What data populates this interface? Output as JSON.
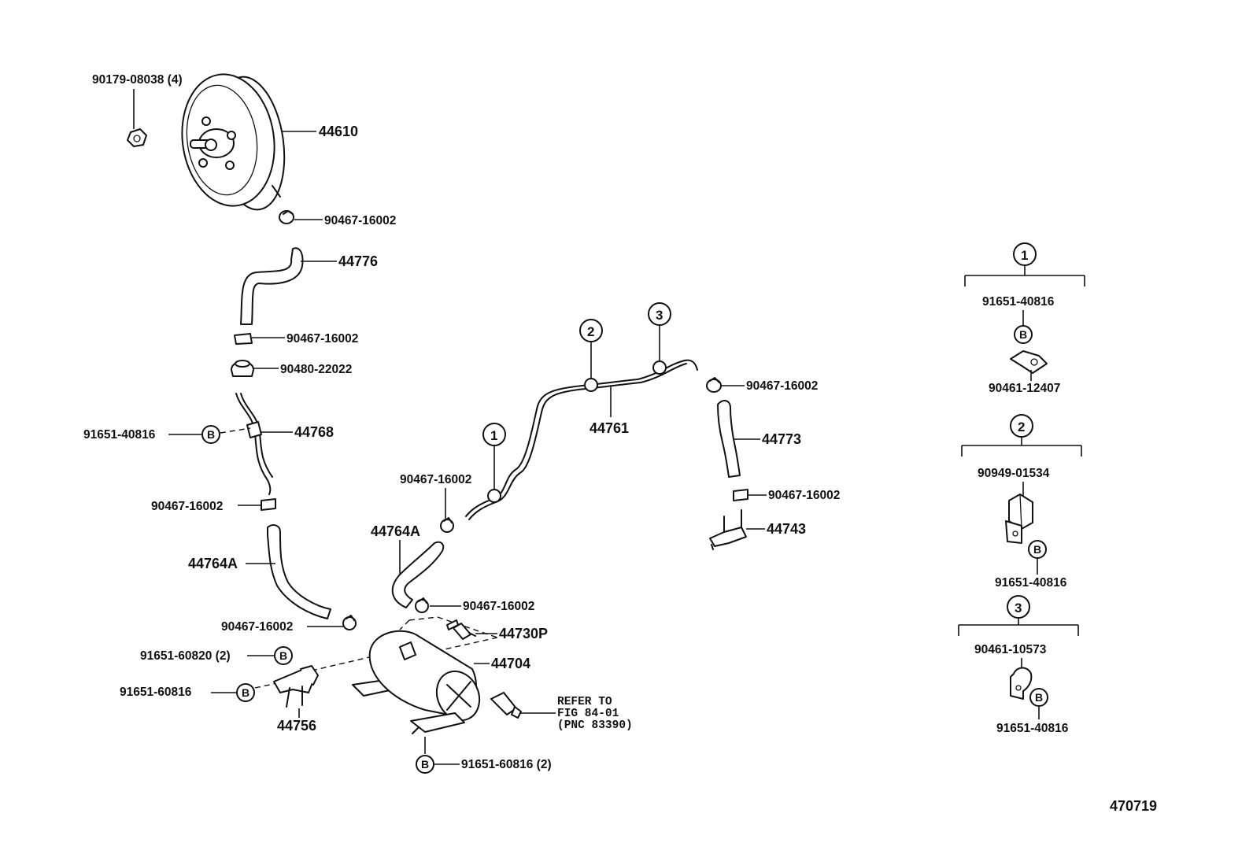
{
  "diagram_id": "470719",
  "parts": {
    "booster_nut": "90179-08038 (4)",
    "booster": "44610",
    "clip_a": "90467-16002",
    "hose_upper": "44776",
    "clip_b": "90467-16002",
    "grommet": "90480-22022",
    "bolt_left": "91651-40816",
    "bracket_pipe": "44768",
    "clip_c": "90467-16002",
    "hose_left": "44764A",
    "clip_d": "90467-16002",
    "bolt_tank_2": "91651-60820 (2)",
    "bolt_tank": "91651-60816",
    "bracket_tank": "44756",
    "clip_e": "90467-16002",
    "hose_mid": "44764A",
    "clip_f": "90467-16002",
    "check_valve": "44730P",
    "tank": "44704",
    "refer_line1": "REFER TO",
    "refer_line2": "FIG 84-01",
    "refer_line3": "(PNC 83390)",
    "bolt_tank_bottom": "91651-60816 (2)",
    "pipe": "44761",
    "clip_g": "90467-16002",
    "hose_right": "44773",
    "clip_h": "90467-16002",
    "bracket_right": "44743"
  },
  "callouts": {
    "c1": "1",
    "c2": "2",
    "c3": "3",
    "b": "B"
  },
  "detail_1": {
    "number": "1",
    "top": "91651-40816",
    "bottom": "90461-12407"
  },
  "detail_2": {
    "number": "2",
    "top": "90949-01534",
    "bottom": "91651-40816"
  },
  "detail_3": {
    "number": "3",
    "top": "90461-10573",
    "bottom": "91651-40816"
  }
}
